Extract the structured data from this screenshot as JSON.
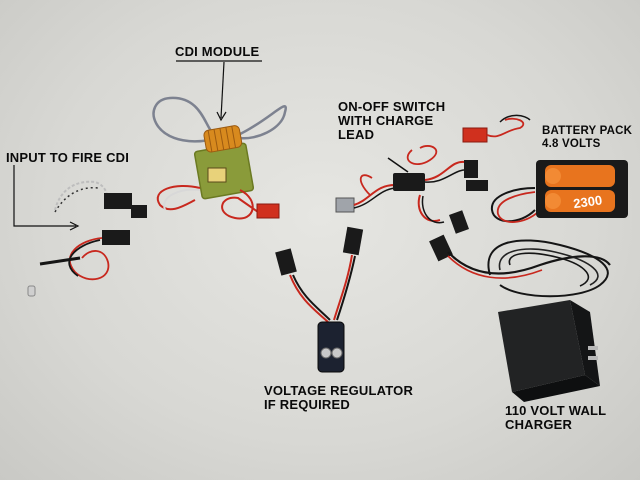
{
  "labels": {
    "cdi_module": "CDI MODULE",
    "input_to_fire_cdi": "INPUT TO FIRE CDI",
    "on_off_switch": [
      "ON-OFF SWITCH",
      "WITH CHARGE",
      "LEAD"
    ],
    "battery_pack": [
      "BATTERY PACK",
      "4.8 VOLTS"
    ],
    "voltage_regulator": [
      "VOLTAGE REGULATOR",
      "IF REQUIRED"
    ],
    "wall_charger": [
      "110 VOLT WALL",
      "CHARGER"
    ],
    "battery_marking": "2300"
  },
  "colors": {
    "background": "#d9d9d5",
    "wire_red": "#c8281e",
    "wire_black": "#151515",
    "connector_black": "#1a1a1a",
    "connector_red": "#d0301e",
    "pcb_green": "#8a9b3a",
    "coil_copper": "#d88a1e",
    "battery_orange": "#e8741e"
  }
}
